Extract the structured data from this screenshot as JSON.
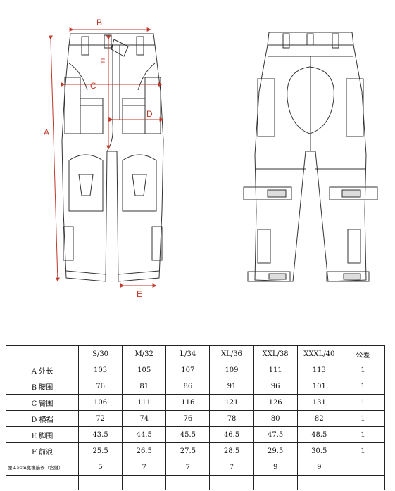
{
  "diagram": {
    "labels": {
      "A": "A",
      "B": "B",
      "C": "C",
      "D": "D",
      "E": "E",
      "F": "F"
    },
    "accent_color": "#c0392b",
    "line_color": "#333333"
  },
  "size_table": {
    "headers": [
      "",
      "S/30",
      "M/32",
      "L/34",
      "XL/36",
      "XXL/38",
      "XXXL/40",
      "公差"
    ],
    "rows": [
      {
        "label": "A 外长",
        "values": [
          "103",
          "105",
          "107",
          "109",
          "111",
          "113",
          "1"
        ]
      },
      {
        "label": "B 腰围",
        "values": [
          "76",
          "81",
          "86",
          "91",
          "96",
          "101",
          "1"
        ]
      },
      {
        "label": "C 臀围",
        "values": [
          "106",
          "111",
          "116",
          "121",
          "126",
          "131",
          "1"
        ]
      },
      {
        "label": "D 横裆",
        "values": [
          "72",
          "74",
          "76",
          "78",
          "80",
          "82",
          "1"
        ]
      },
      {
        "label": "E 脚围",
        "values": [
          "43.5",
          "44.5",
          "45.5",
          "46.5",
          "47.5",
          "48.5",
          "1"
        ]
      },
      {
        "label": "F 前浪",
        "values": [
          "25.5",
          "26.5",
          "27.5",
          "28.5",
          "29.5",
          "30.5",
          "1"
        ]
      },
      {
        "label": "腰2.5cm宽橡筋长（含缝）",
        "values": [
          "5",
          "7",
          "7",
          "7",
          "9",
          "9",
          ""
        ]
      }
    ]
  }
}
